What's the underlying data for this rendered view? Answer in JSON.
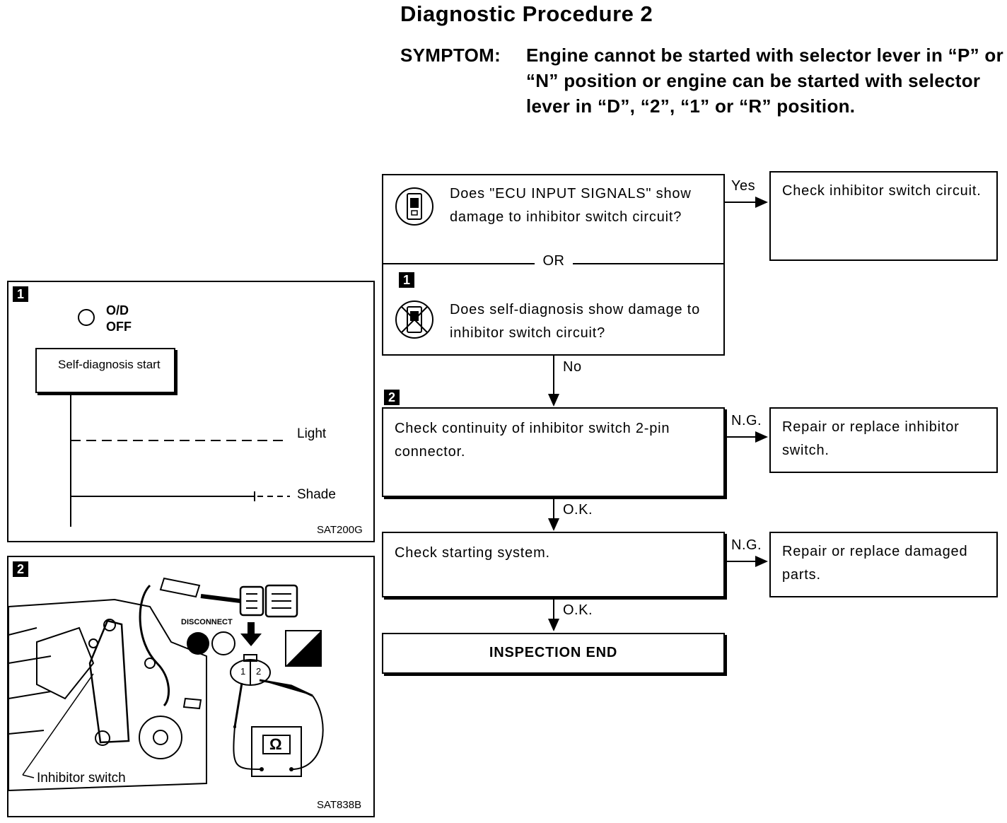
{
  "header": {
    "title": "Diagnostic Procedure 2",
    "symptom_label": "SYMPTOM:",
    "symptom_text": "Engine cannot be started with selector lever in “P” or “N” position or engine can be started with selector lever in “D”, “2”, “1” or “R” position."
  },
  "flow": {
    "q1": "Does \"ECU INPUT SIGNALS\" show damage to inhibitor switch circuit?",
    "or": "OR",
    "q1_step": "1",
    "q2": "Does self-diagnosis show damage to inhibitor switch circuit?",
    "yes_label": "Yes",
    "yes_action": "Check inhibitor switch circuit.",
    "no_label": "No",
    "step2_number": "2",
    "step2": "Check continuity of inhibitor switch 2-pin connector.",
    "ng1_label": "N.G.",
    "ng1_action": "Repair or replace inhibitor switch.",
    "ok1_label": "O.K.",
    "step3": "Check starting system.",
    "ng2_label": "N.G.",
    "ng2_action": "Repair or replace damaged parts.",
    "ok2_label": "O.K.",
    "end": "INSPECTION END"
  },
  "panel1": {
    "number": "1",
    "indicator_line1": "O/D",
    "indicator_line2": "OFF",
    "start_box": "Self-diagnosis start",
    "light_label": "Light",
    "shade_label": "Shade",
    "code": "SAT200G"
  },
  "panel2": {
    "number": "2",
    "disconnect": "DISCONNECT",
    "pin1": "1",
    "pin2": "2",
    "meter": "Ω",
    "part_label": "Inhibitor switch",
    "code": "SAT838B"
  }
}
